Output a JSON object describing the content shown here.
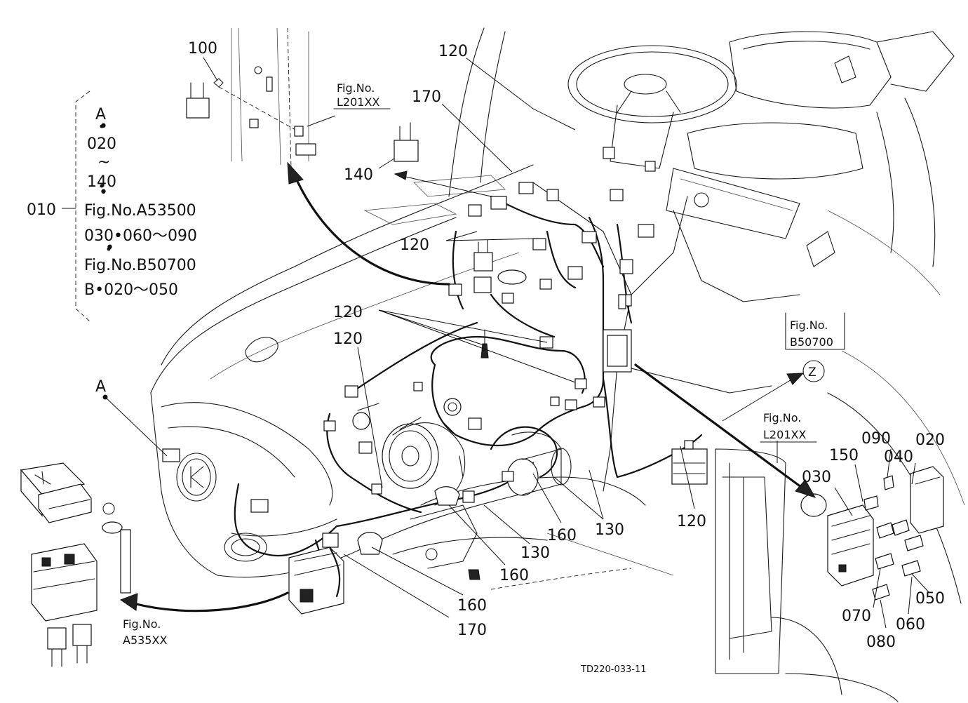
{
  "legend": {
    "assembly": "010",
    "lines": [
      "A",
      "•",
      "020",
      "~",
      "140",
      "•",
      "Fig.No.A53500",
      "030•060～090",
      "•",
      "Fig.No.B50700",
      "B•020～050"
    ]
  },
  "callouts": [
    {
      "id": "c100",
      "text": "100"
    },
    {
      "id": "c120-top",
      "text": "120"
    },
    {
      "id": "c170-top",
      "text": "170"
    },
    {
      "id": "c140",
      "text": "140"
    },
    {
      "id": "c120-mid",
      "text": "120"
    },
    {
      "id": "c120-b",
      "text": "120"
    },
    {
      "id": "c120-c",
      "text": "120"
    },
    {
      "id": "cA",
      "text": "A"
    },
    {
      "id": "c150",
      "text": "150"
    },
    {
      "id": "c090",
      "text": "090"
    },
    {
      "id": "c040",
      "text": "040"
    },
    {
      "id": "c020",
      "text": "020"
    },
    {
      "id": "c030",
      "text": "030"
    },
    {
      "id": "c120-r",
      "text": "120"
    },
    {
      "id": "c160-a",
      "text": "160"
    },
    {
      "id": "c130-a",
      "text": "130"
    },
    {
      "id": "c130-b",
      "text": "130"
    },
    {
      "id": "c160-b",
      "text": "160"
    },
    {
      "id": "c160-c",
      "text": "160"
    },
    {
      "id": "c170-b",
      "text": "170"
    },
    {
      "id": "c050",
      "text": "050"
    },
    {
      "id": "c070",
      "text": "070"
    },
    {
      "id": "c060",
      "text": "060"
    },
    {
      "id": "c080",
      "text": "080"
    }
  ],
  "references": {
    "top_fig": "Fig.No.",
    "top_code": "L201XX",
    "right_fig": "Fig.No.",
    "right_code": "B50700",
    "mid_fig": "Fig.No.",
    "mid_code": "L201XX",
    "bottom_fig": "Fig.No.",
    "bottom_code": "A535XX",
    "view_marker": "Z"
  },
  "drawing_code": "TD220-033-11"
}
